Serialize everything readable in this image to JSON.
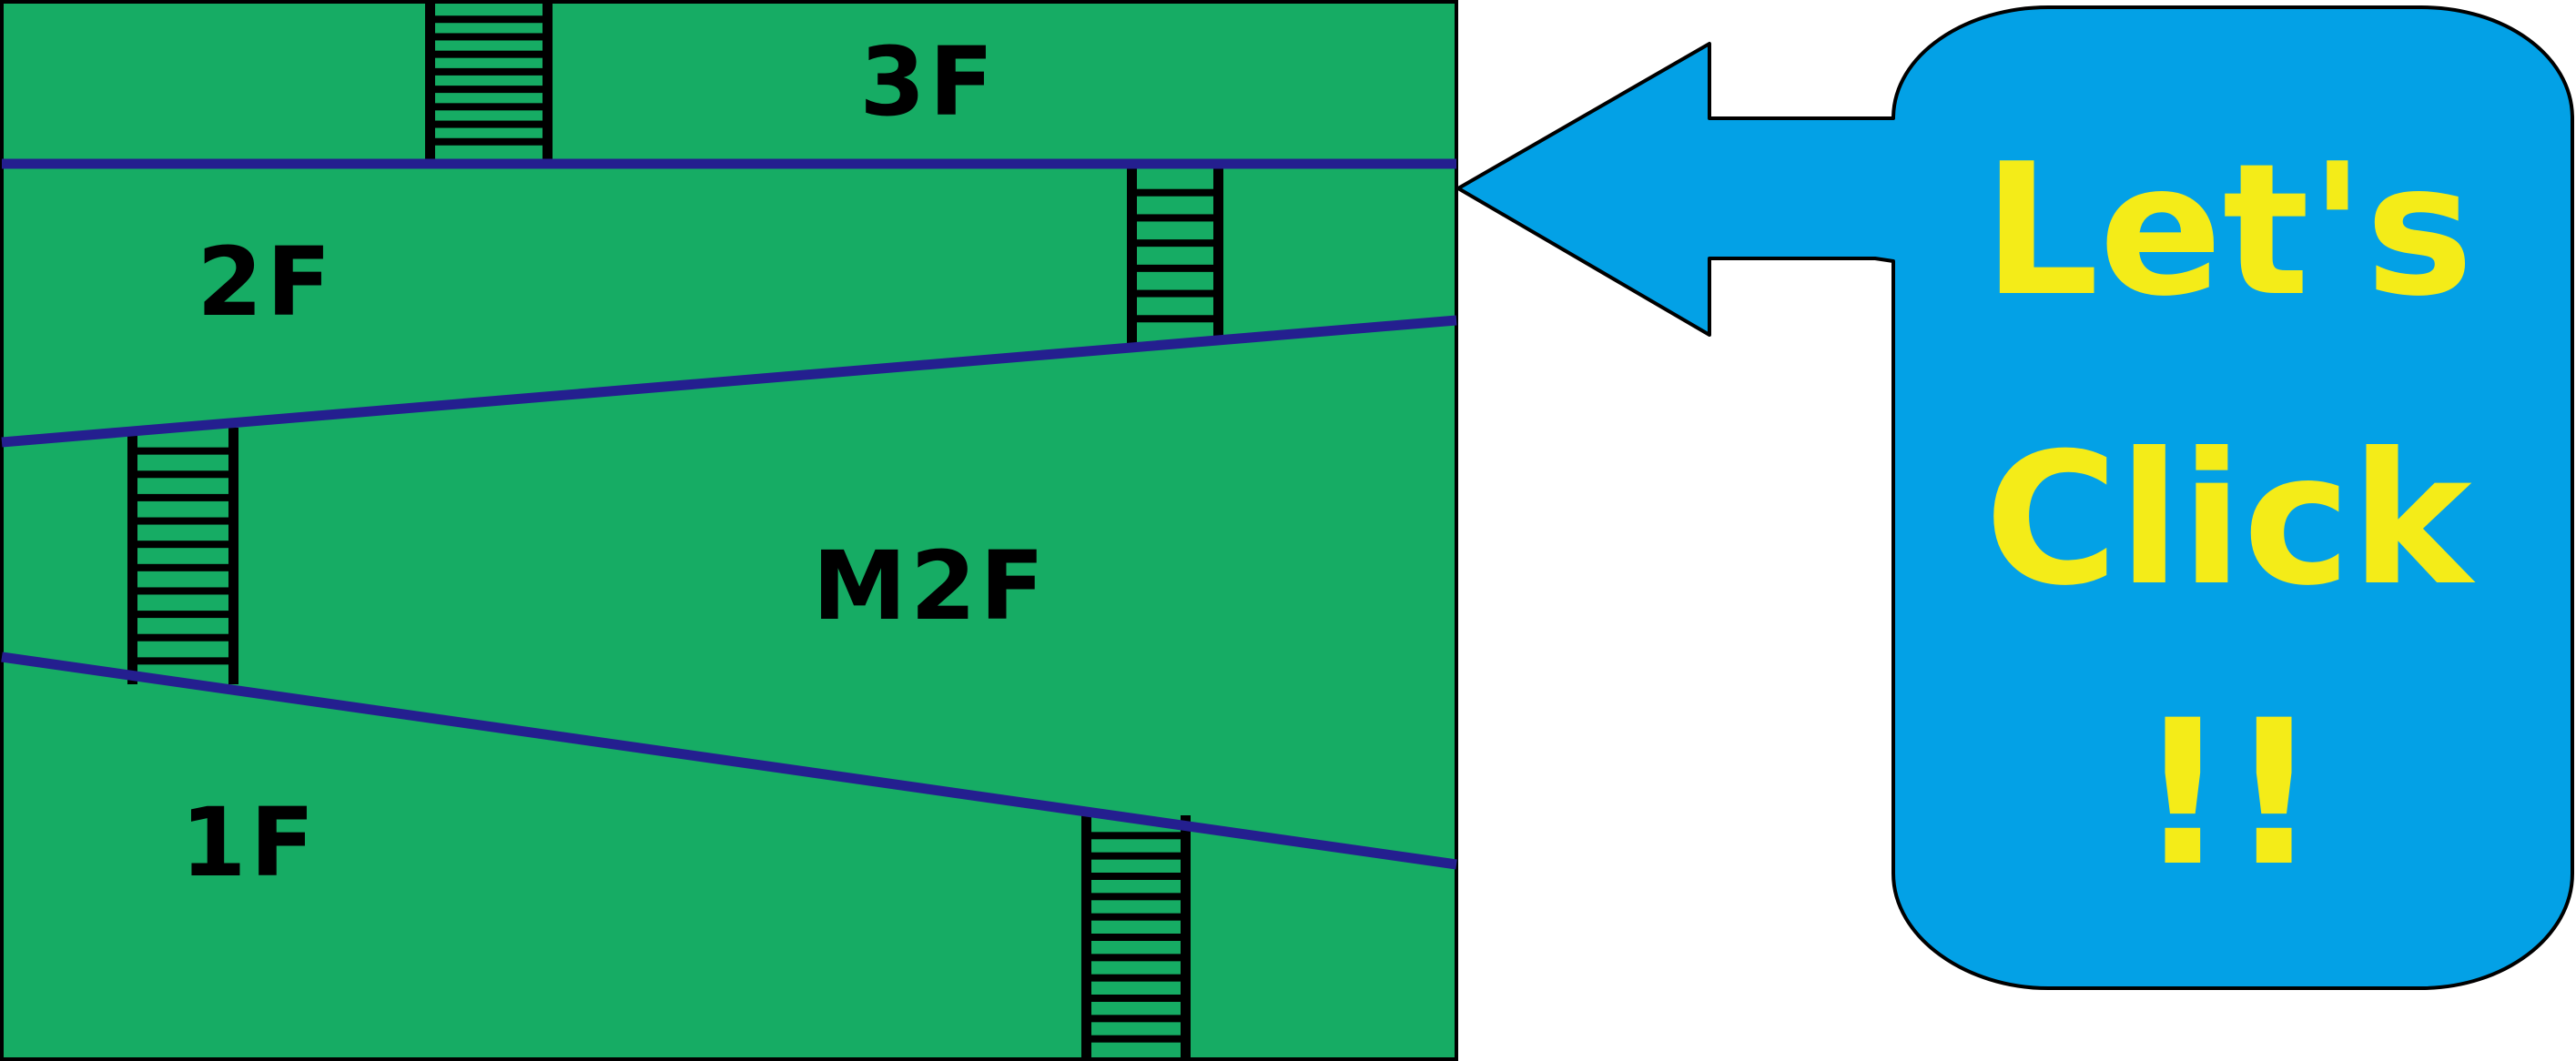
{
  "floors": {
    "f3": "3F",
    "f2": "2F",
    "m2f": "M2F",
    "f1": "1F"
  },
  "callout": {
    "line1": "Let's",
    "line2": "Click",
    "line3": "!!"
  },
  "colors": {
    "floor_fill": "#16ac64",
    "divider": "#241f8f",
    "ladder": "#000000",
    "callout_fill": "#03a1e6",
    "callout_text": "#f4ec18",
    "outline": "#000000"
  },
  "icons": {
    "ladder": "ladder-icon",
    "arrow": "left-arrow-icon"
  }
}
